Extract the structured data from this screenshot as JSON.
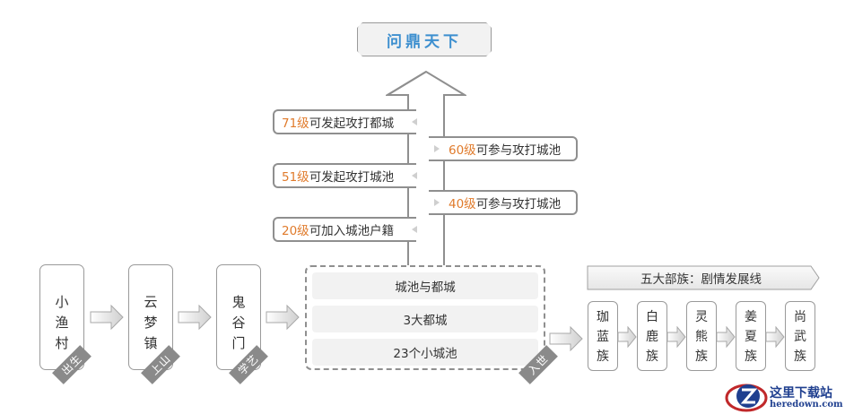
{
  "goal": {
    "label": "问鼎天下"
  },
  "levels": [
    {
      "num": "71级",
      "text": "可发起攻打都城",
      "side": "left"
    },
    {
      "num": "60级",
      "text": "可参与攻打城池",
      "side": "right"
    },
    {
      "num": "51级",
      "text": "可发起攻打城池",
      "side": "left"
    },
    {
      "num": "40级",
      "text": "可参与攻打城池",
      "side": "right"
    },
    {
      "num": "20级",
      "text": "可加入城池户籍",
      "side": "left"
    }
  ],
  "stages": [
    {
      "chars": [
        "小",
        "渔",
        "村"
      ],
      "badge": "出生"
    },
    {
      "chars": [
        "云",
        "梦",
        "镇"
      ],
      "badge": "上山"
    },
    {
      "chars": [
        "鬼",
        "谷",
        "门"
      ],
      "badge": "学艺"
    }
  ],
  "cities": {
    "rows": [
      "城池与都城",
      "3大都城",
      "23个小城池"
    ],
    "badge": "入世"
  },
  "tribes": {
    "banner": "五大部族：剧情发展线",
    "items": [
      [
        "珈",
        "蓝",
        "族"
      ],
      [
        "白",
        "鹿",
        "族"
      ],
      [
        "灵",
        "熊",
        "族"
      ],
      [
        "姜",
        "夏",
        "族"
      ],
      [
        "尚",
        "武",
        "族"
      ]
    ]
  },
  "watermark": {
    "title": "这里下载站",
    "url": "heredown.com"
  },
  "colors": {
    "accent_orange": "#e07b2c",
    "goal_blue": "#3d8fcf",
    "border_gray": "#8f8f8f",
    "badge_gray": "#8a8a8a"
  }
}
